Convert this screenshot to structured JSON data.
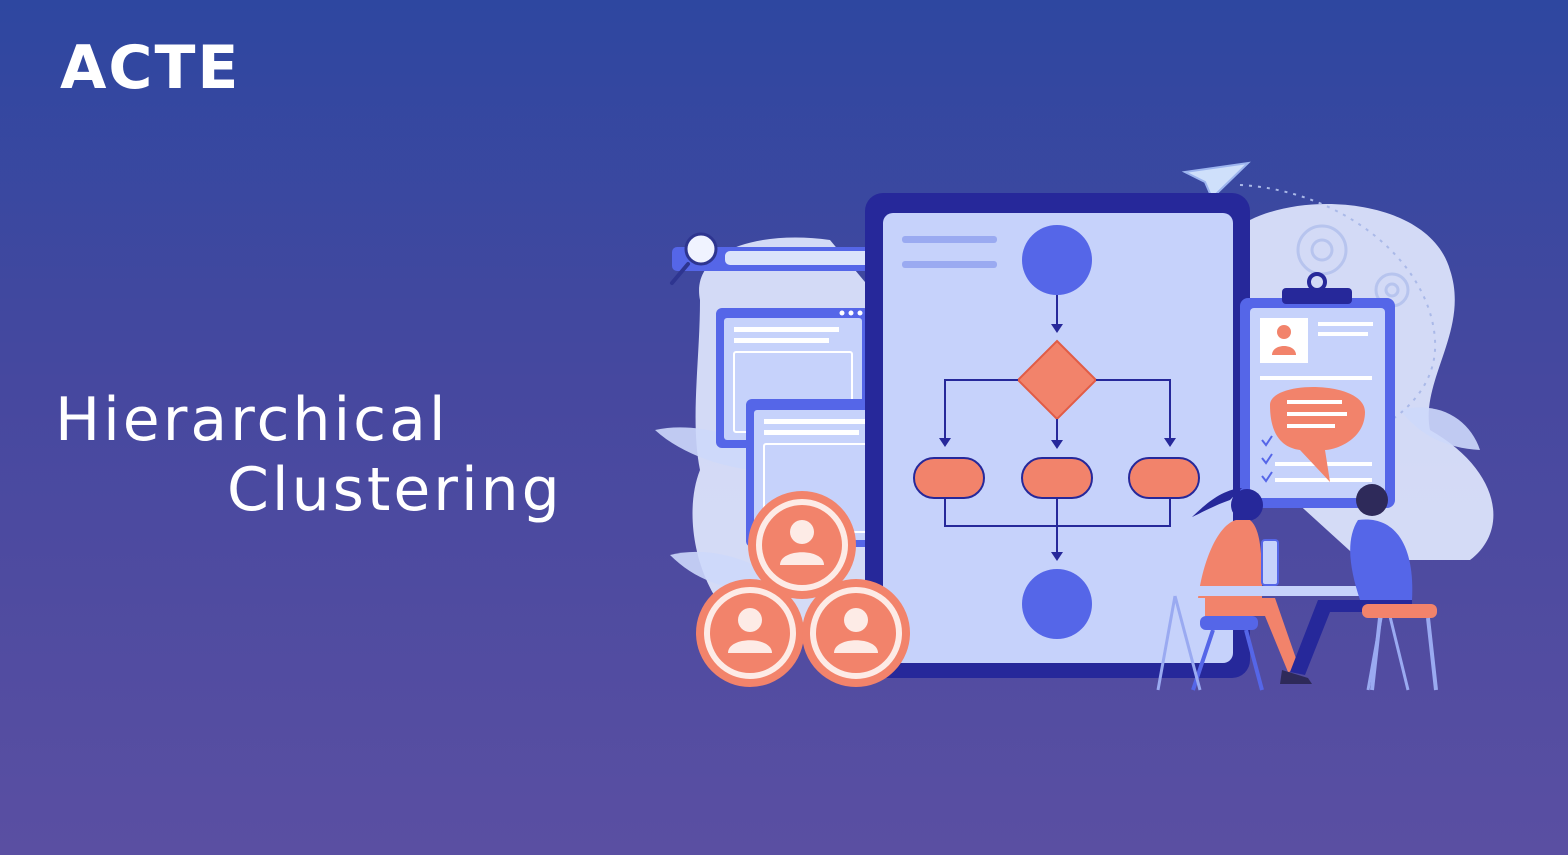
{
  "brand": {
    "logo_text": "ACTE"
  },
  "hero": {
    "title_line1": "Hierarchical",
    "title_line2": "Clustering"
  },
  "colors": {
    "background_top": "#2e47a0",
    "background_bottom": "#5a4fa2",
    "accent_coral": "#f2836b",
    "accent_blue": "#5566e8",
    "panel_light": "#c6d2fb"
  },
  "illustration": {
    "icon": "flowchart-teamwork-illustration"
  }
}
